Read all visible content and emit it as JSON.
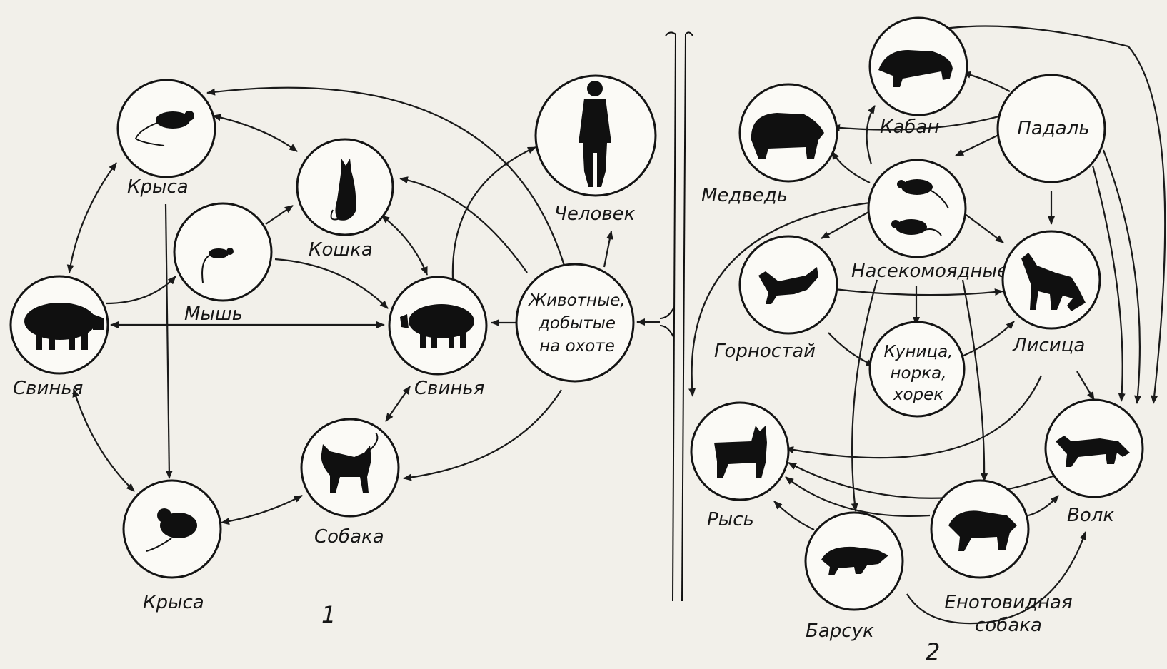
{
  "panels": [
    {
      "id": "1",
      "label": "1"
    },
    {
      "id": "2",
      "label": "2"
    }
  ],
  "nodes": {
    "rat_top": {
      "label": "Крыса"
    },
    "cat": {
      "label": "Кошка"
    },
    "mouse": {
      "label": "Мышь"
    },
    "pig_left": {
      "label": "Свинья"
    },
    "pig_mid": {
      "label": "Свинья"
    },
    "hunt": {
      "label_lines": [
        "Животные,",
        "добытые",
        "на охоте"
      ]
    },
    "human": {
      "label": "Человек"
    },
    "rat_bottom": {
      "label": "Крыса"
    },
    "dog": {
      "label": "Собака"
    },
    "boar": {
      "label": "Кабан"
    },
    "bear": {
      "label": "Медведь"
    },
    "carrion": {
      "label": "Падаль"
    },
    "insectivores": {
      "label": "Насекомоядные"
    },
    "ermine": {
      "label": "Горностай"
    },
    "fox": {
      "label": "Лисица"
    },
    "marten": {
      "label_lines": [
        "Куница,",
        "норка,",
        "хорек"
      ]
    },
    "lynx": {
      "label": "Рысь"
    },
    "wolf": {
      "label": "Волк"
    },
    "raccoon_dog": {
      "label_lines": [
        "Енотовидная",
        "собака"
      ]
    },
    "badger": {
      "label": "Барсук"
    }
  },
  "icons": {
    "rat_top": "rat-icon",
    "cat": "cat-icon",
    "mouse": "mouse-icon",
    "pig_left": "pig-icon",
    "pig_mid": "pig-icon",
    "human": "human-icon",
    "rat_bottom": "rat-icon",
    "dog": "dog-icon",
    "boar": "boar-icon",
    "bear": "bear-icon",
    "insectivores": "shrew-icon",
    "ermine": "ermine-icon",
    "fox": "fox-icon",
    "lynx": "lynx-icon",
    "wolf": "wolf-icon",
    "raccoon_dog": "raccoon-dog-icon",
    "badger": "badger-icon"
  },
  "edges": [
    {
      "from": "rat_top",
      "to": "cat",
      "directed": "both"
    },
    {
      "from": "rat_top",
      "to": "pig_left",
      "directed": "both"
    },
    {
      "from": "rat_top",
      "to": "rat_bottom",
      "directed": "forward"
    },
    {
      "from": "mouse",
      "to": "cat",
      "directed": "forward"
    },
    {
      "from": "mouse",
      "to": "pig_mid",
      "directed": "forward"
    },
    {
      "from": "pig_left",
      "to": "mouse",
      "directed": "forward"
    },
    {
      "from": "pig_left",
      "to": "pig_mid",
      "directed": "both"
    },
    {
      "from": "pig_left",
      "to": "rat_bottom",
      "directed": "both"
    },
    {
      "from": "cat",
      "to": "pig_mid",
      "directed": "both"
    },
    {
      "from": "hunt",
      "to": "cat",
      "directed": "forward"
    },
    {
      "from": "hunt",
      "to": "rat_top",
      "directed": "forward"
    },
    {
      "from": "hunt",
      "to": "pig_mid",
      "directed": "forward"
    },
    {
      "from": "hunt",
      "to": "human",
      "directed": "forward"
    },
    {
      "from": "hunt",
      "to": "dog",
      "directed": "forward"
    },
    {
      "from": "pig_mid",
      "to": "human",
      "directed": "forward"
    },
    {
      "from": "pig_mid",
      "to": "dog",
      "directed": "both"
    },
    {
      "from": "rat_bottom",
      "to": "dog",
      "directed": "both"
    },
    {
      "from": "carrion",
      "to": "boar",
      "directed": "forward"
    },
    {
      "from": "carrion",
      "to": "bear",
      "directed": "forward"
    },
    {
      "from": "carrion",
      "to": "insectivores",
      "directed": "forward"
    },
    {
      "from": "carrion",
      "to": "fox",
      "directed": "forward"
    },
    {
      "from": "carrion",
      "to": "wolf",
      "directed": "forward"
    },
    {
      "from": "boar",
      "to": "wolf",
      "directed": "forward"
    },
    {
      "from": "insectivores",
      "to": "boar",
      "directed": "forward"
    },
    {
      "from": "insectivores",
      "to": "bear",
      "directed": "forward"
    },
    {
      "from": "insectivores",
      "to": "ermine",
      "directed": "forward"
    },
    {
      "from": "insectivores",
      "to": "fox",
      "directed": "forward"
    },
    {
      "from": "insectivores",
      "to": "marten",
      "directed": "forward"
    },
    {
      "from": "insectivores",
      "to": "lynx",
      "directed": "forward"
    },
    {
      "from": "insectivores",
      "to": "badger",
      "directed": "forward"
    },
    {
      "from": "insectivores",
      "to": "raccoon_dog",
      "directed": "forward"
    },
    {
      "from": "ermine",
      "to": "fox",
      "directed": "forward"
    },
    {
      "from": "ermine",
      "to": "marten",
      "directed": "forward"
    },
    {
      "from": "marten",
      "to": "fox",
      "directed": "forward"
    },
    {
      "from": "fox",
      "to": "lynx",
      "directed": "forward"
    },
    {
      "from": "fox",
      "to": "wolf",
      "directed": "forward"
    },
    {
      "from": "wolf",
      "to": "lynx",
      "directed": "forward"
    },
    {
      "from": "raccoon_dog",
      "to": "lynx",
      "directed": "forward"
    },
    {
      "from": "raccoon_dog",
      "to": "wolf",
      "directed": "forward"
    },
    {
      "from": "badger",
      "to": "lynx",
      "directed": "forward"
    },
    {
      "from": "badger",
      "to": "wolf",
      "directed": "forward"
    }
  ]
}
